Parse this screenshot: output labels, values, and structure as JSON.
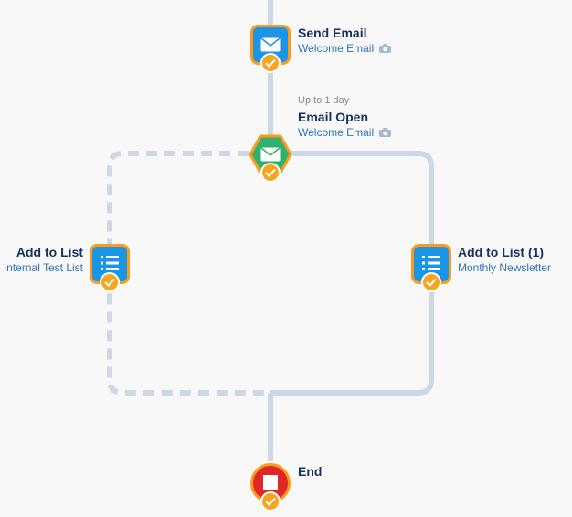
{
  "colors": {
    "line": "#cdd8e6",
    "action_fill": "#1b96e6",
    "action_border": "#ff9a18",
    "decision_fill": "#2fb16d",
    "decision_border": "#ff9a18",
    "end_fill": "#e02727",
    "end_border": "#ff9a18",
    "badge": "#f5a623",
    "title": "#16325c",
    "link": "#2e75b6",
    "meta": "#8c8c8c"
  },
  "nodes": {
    "send_email": {
      "title": "Send Email",
      "subtitle": "Welcome Email",
      "icon": "envelope-icon",
      "status_icon": "check-icon",
      "preview_icon": "camera-icon"
    },
    "email_open": {
      "meta": "Up to 1 day",
      "title": "Email Open",
      "subtitle": "Welcome Email",
      "icon": "envelope-icon",
      "status_icon": "check-icon",
      "preview_icon": "camera-icon"
    },
    "add_to_list_left": {
      "title": "Add to List",
      "subtitle": "Internal Test List",
      "icon": "list-icon",
      "status_icon": "check-icon"
    },
    "add_to_list_right": {
      "title": "Add to List (1)",
      "subtitle": "Monthly Newsletter",
      "icon": "list-icon",
      "status_icon": "check-icon"
    },
    "end": {
      "title": "End",
      "icon": "stop-square-icon",
      "status_icon": "check-icon"
    }
  }
}
